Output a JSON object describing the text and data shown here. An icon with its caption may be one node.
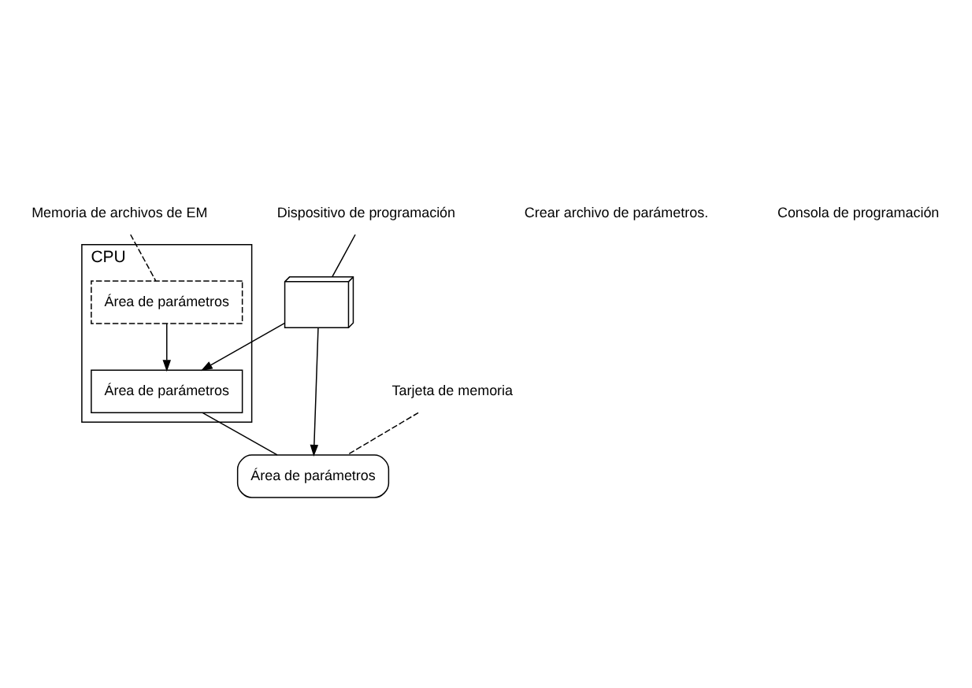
{
  "diagram": {
    "nodes": [
      {
        "text": [
          "CPU"
        ]
      },
      {
        "text": [
          "Área de parámetros"
        ],
        "in": 0
      },
      {
        "text": [
          "Área de parámetros"
        ],
        "in": 0
      },
      {
        "text": [
          "Área de parámetros"
        ]
      },
      {
        "text": [
          "Dispositivo de programación"
        ]
      },
      {
        "text": [],
        "shape": "picture"
      },
      {
        "text": [
          "Tarjeta de memoria"
        ]
      },
      {
        "text": [
          "Memoria de archivos de EM"
        ]
      }
    ],
    "edges": [
      {
        "from": 1,
        "to": 3,
        "arrow": "none"
      },
      {
        "from": 2,
        "to": 1,
        "arrow": "to"
      },
      {
        "from": 5,
        "to": 1,
        "arrow": "to"
      },
      {
        "from": 5,
        "to": 3,
        "arrow": "to"
      },
      {
        "from": 4,
        "to": 5,
        "arrow": "none"
      },
      {
        "from": 6,
        "to": 3,
        "arrow": "none",
        "style": "dashed"
      },
      {
        "from": 7,
        "to": 2,
        "arrow": "none",
        "style": "dashed"
      }
    ],
    "labels": [
      "Crear archivo de parámetros.",
      "Consola de programación"
    ]
  }
}
